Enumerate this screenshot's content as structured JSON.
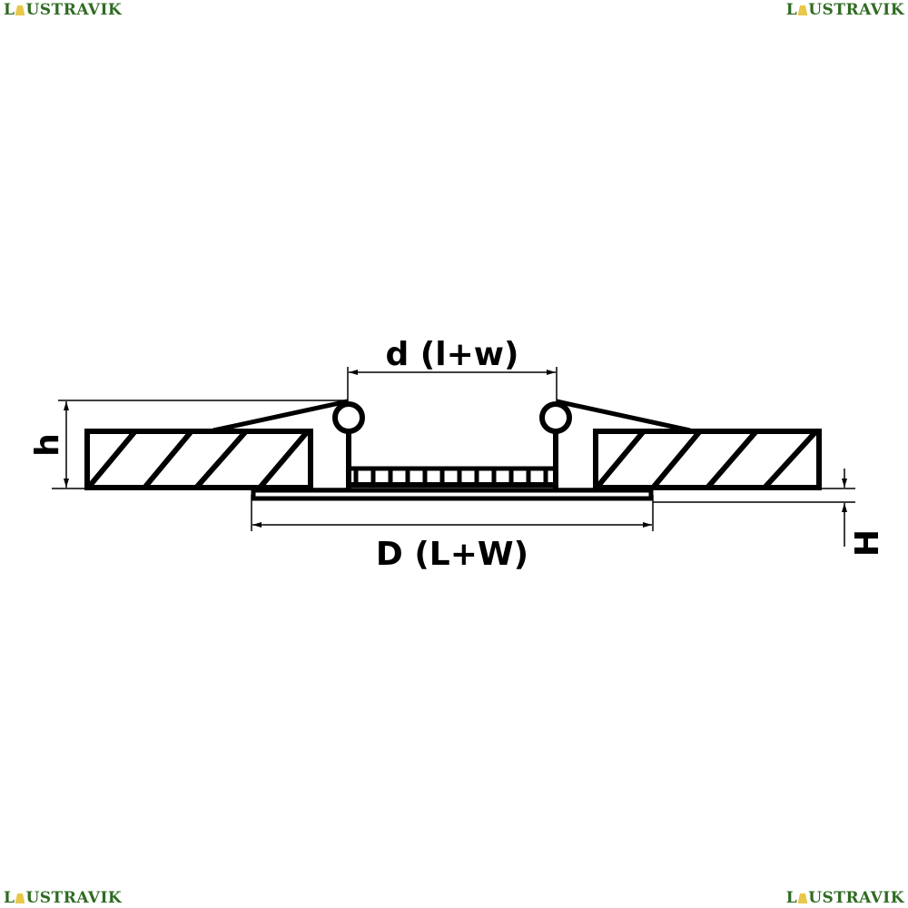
{
  "brand": {
    "first": "L",
    "rest": "USTRAVIK",
    "full": "LUSTRAVIK",
    "color": "#2f6b22",
    "lamp_color": "#e8c84a"
  },
  "diagram": {
    "label_inner": "d (l+w)",
    "label_outer": "D (L+W)",
    "label_height": "h",
    "label_panel_height": "H"
  }
}
